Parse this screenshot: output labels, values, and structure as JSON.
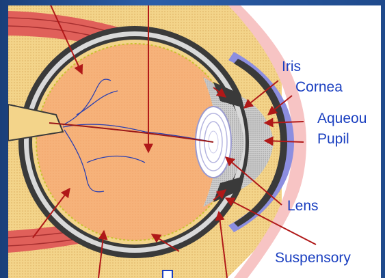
{
  "diagram": {
    "labels": {
      "iris": "Iris",
      "cornea": "Cornea",
      "aqueous": "Aqueou",
      "pupil": "Pupil",
      "lens": "Lens",
      "suspensory": "Suspensory"
    },
    "colors": {
      "frame_blue": "#1f4a8c",
      "label_blue": "#1a3fc0",
      "arrow_red": "#b01818",
      "fat_yellow": "#f3d48a",
      "vitreous_orange": "#f6b27a",
      "muscle_red": "#e0605a",
      "skin_pink": "#f7c4c4",
      "cornea_lavender": "#8c8ee0",
      "sclera_dark": "#3a3a3a"
    },
    "icon_names": [
      "checkbox-icon"
    ]
  }
}
